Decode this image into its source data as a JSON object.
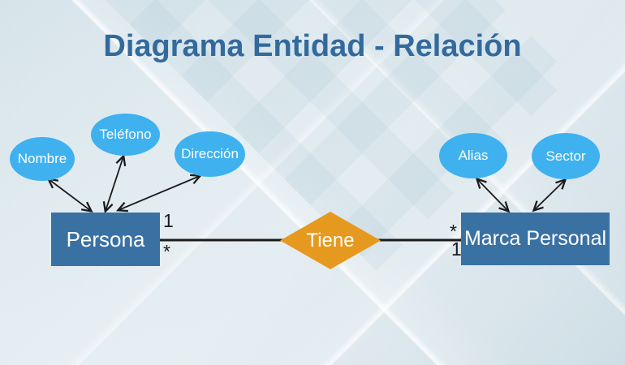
{
  "slide": {
    "title": "Diagrama Entidad - Relación"
  },
  "diagram": {
    "type": "entity-relationship",
    "entities": [
      {
        "label": "Persona"
      },
      {
        "label": "Marca Personal"
      }
    ],
    "attributes": [
      {
        "label": "Nombre",
        "entity": "Persona"
      },
      {
        "label": "Teléfono",
        "entity": "Persona"
      },
      {
        "label": "Dirección",
        "entity": "Persona"
      },
      {
        "label": "Alias",
        "entity": "Marca Personal"
      },
      {
        "label": "Sector",
        "entity": "Marca Personal"
      }
    ],
    "relationship": {
      "label": "Tiene",
      "cardinality": {
        "persona_side_top": "1",
        "persona_side_bottom": "*",
        "marca_side_top": "*",
        "marca_side_bottom": "1"
      }
    }
  },
  "colors": {
    "title_text": "#336a9d",
    "entity_fill": "#3a71a3",
    "attribute_fill": "#3fb1ef",
    "relationship_fill": "#e6991f",
    "connector": "#1b1b1b",
    "shape_text": "#ffffff"
  }
}
